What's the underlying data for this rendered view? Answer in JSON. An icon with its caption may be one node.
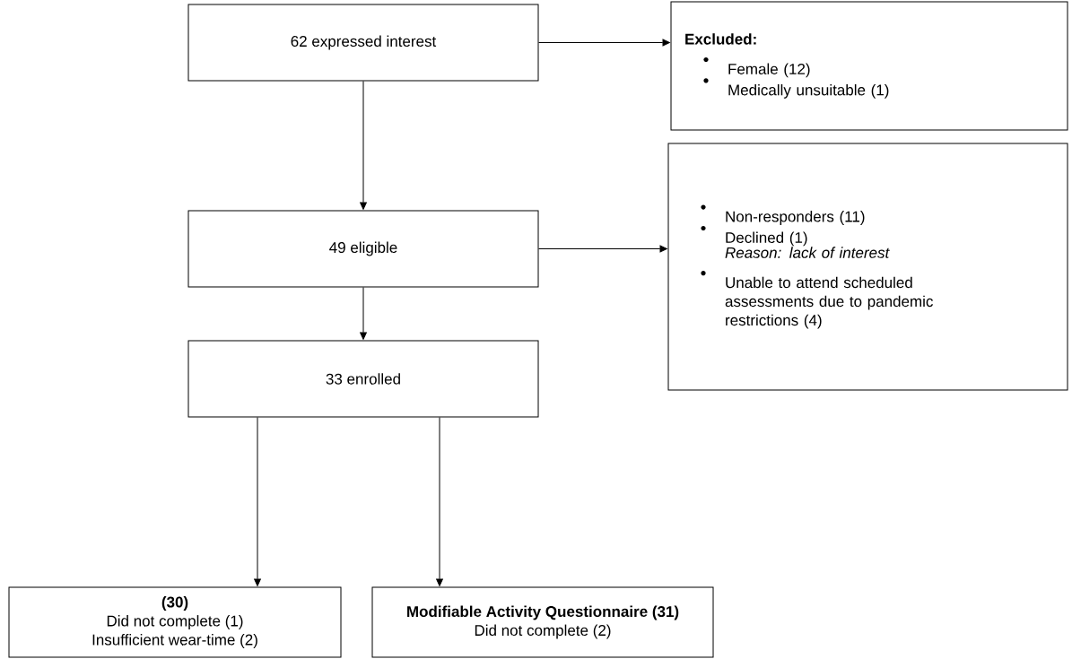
{
  "diagram": {
    "nodes": [
      {
        "text": [
          "62 expressed interest"
        ]
      },
      {
        "text": [
          "Excluded:",
          "Female (12)",
          "Medically unsuitable (1)"
        ]
      },
      {
        "text": [
          "49 eligible"
        ]
      },
      {
        "text": [
          "Non-responders (11)",
          "Declined (1)",
          "Reason: lack of interest",
          "Unable to attend scheduled assessments due to pandemic restrictions (4)"
        ]
      },
      {
        "text": [
          "33 enrolled"
        ]
      },
      {
        "text": [
          "(30)",
          "Did not complete (1)",
          "Insufficient wear-time (2)"
        ]
      },
      {
        "text": [
          "Modifiable Activity Questionnaire (31)",
          "Did not complete (2)"
        ]
      }
    ],
    "edges": [
      {
        "from": 0,
        "to": 1,
        "arrow": "to"
      },
      {
        "from": 0,
        "to": 2,
        "arrow": "to"
      },
      {
        "from": 2,
        "to": 3,
        "arrow": "to"
      },
      {
        "from": 2,
        "to": 4,
        "arrow": "to"
      },
      {
        "from": 4,
        "to": 5,
        "arrow": "to"
      },
      {
        "from": 4,
        "to": 6,
        "arrow": "to"
      }
    ]
  }
}
